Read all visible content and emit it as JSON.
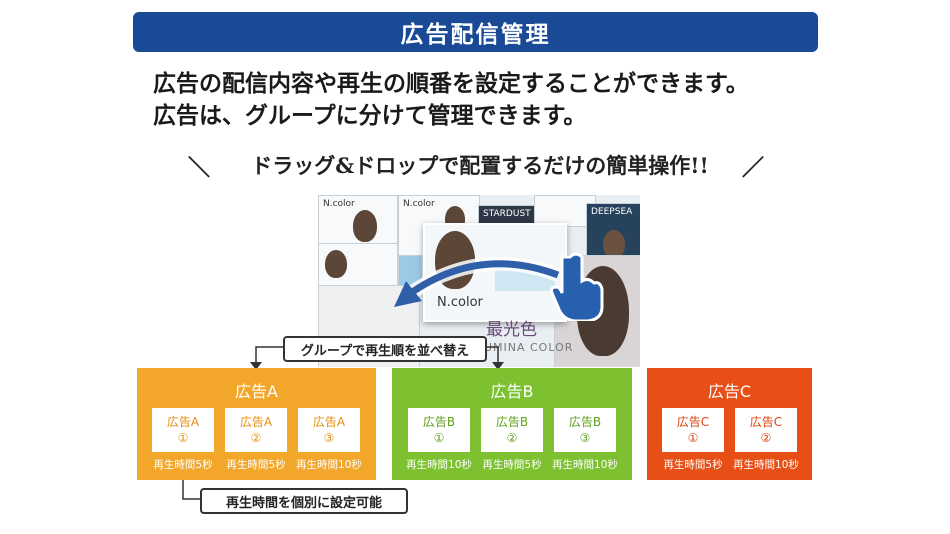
{
  "header": {
    "title": "広告配信管理"
  },
  "description": {
    "line1": "広告の配信内容や再生の順番を設定することができます。",
    "line2": "広告は、グループに分けて管理できます。"
  },
  "tagline": "ドラッグ&ドロップで配置するだけの簡単操作!!",
  "collage": {
    "brand1": "N.color",
    "brand2": "STARDUST",
    "brand3": "DEEPSEA",
    "hero_text": "最光色",
    "hero_sub": "ILLUMINA COLOR"
  },
  "callouts": {
    "reorder": "グループで再生順を並べ替え",
    "duration": "再生時間を個別に設定可能"
  },
  "groups": [
    {
      "title": "広告A",
      "color": "#f2a72a",
      "items": [
        {
          "name": "広告A",
          "num": "①",
          "duration": "再生時間5秒"
        },
        {
          "name": "広告A",
          "num": "②",
          "duration": "再生時間5秒"
        },
        {
          "name": "広告A",
          "num": "③",
          "duration": "再生時間10秒"
        }
      ]
    },
    {
      "title": "広告B",
      "color": "#7dc131",
      "items": [
        {
          "name": "広告B",
          "num": "①",
          "duration": "再生時間10秒"
        },
        {
          "name": "広告B",
          "num": "②",
          "duration": "再生時間5秒"
        },
        {
          "name": "広告B",
          "num": "③",
          "duration": "再生時間10秒"
        }
      ]
    },
    {
      "title": "広告C",
      "color": "#e84f16",
      "items": [
        {
          "name": "広告C",
          "num": "①",
          "duration": "再生時間5秒"
        },
        {
          "name": "広告C",
          "num": "②",
          "duration": "再生時間10秒"
        }
      ]
    }
  ],
  "icons": {
    "hand": "hand-pointer-icon",
    "drag_arrow": "curved-arrow-icon"
  }
}
